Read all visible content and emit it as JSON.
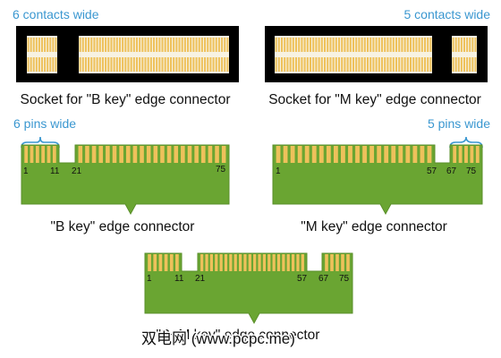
{
  "colors": {
    "pcb": "#6aa532",
    "pcb_edge": "#5a8f2a",
    "gold": "#eec15b",
    "contact_bg": "#f7f2e2",
    "socket": "#000000",
    "brace": "#3a97d0",
    "text": "#111111"
  },
  "icons": {
    "brace": "curly-brace-icon"
  },
  "sockets": [
    {
      "id": "b",
      "caption": "Socket for \"B key\" edge connector",
      "width_label": "6 contacts wide",
      "slots": [
        6,
        22
      ]
    },
    {
      "id": "m",
      "caption": "Socket for \"M key\" edge connector",
      "width_label": "5 contacts wide",
      "slots": [
        22,
        5
      ]
    }
  ],
  "connectors": [
    {
      "id": "b",
      "caption": "\"B key\" edge connector",
      "width_label": "6 pins wide",
      "groups": [
        6,
        22
      ],
      "pin_labels": [
        "1",
        "11",
        "21",
        "75"
      ]
    },
    {
      "id": "m",
      "caption": "\"M key\" edge connector",
      "width_label": "5 pins wide",
      "groups": [
        22,
        5
      ],
      "pin_labels": [
        "1",
        "57",
        "67",
        "75"
      ]
    },
    {
      "id": "bm",
      "caption": "\"B+M key\" edge connector",
      "width_label": "",
      "groups": [
        6,
        22,
        5
      ],
      "pin_labels": [
        "1",
        "11",
        "21",
        "57",
        "67",
        "75"
      ]
    }
  ],
  "watermark": "双电网 (www.pcpc.me)"
}
